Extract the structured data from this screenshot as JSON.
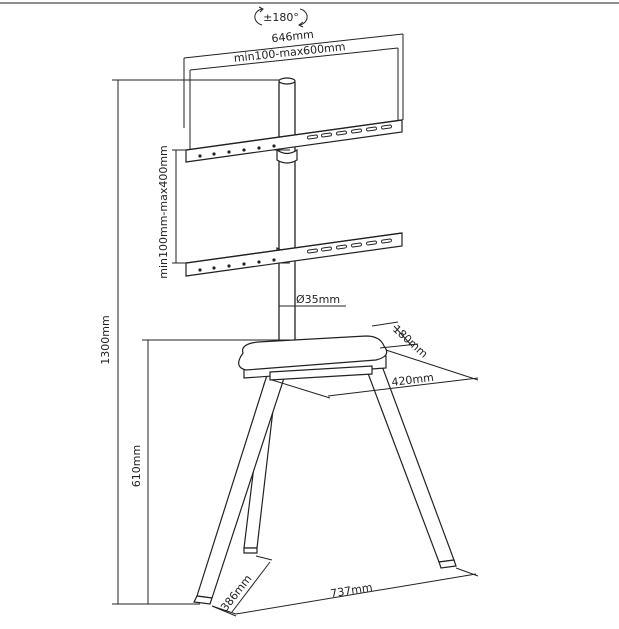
{
  "diagram": {
    "rotation_label": "±180°",
    "bracket_width_label": "646mm",
    "vesa_horizontal_label": "min100-max600mm",
    "vesa_vertical_label": "min100mm-max400mm",
    "pole_diameter_label": "Ø35mm",
    "total_height_label": "1300mm",
    "shelf_height_label": "610mm",
    "shelf_depth_label": "180mm",
    "shelf_width_label": "420mm",
    "base_width_label": "737mm",
    "base_depth_label": "386mm"
  }
}
